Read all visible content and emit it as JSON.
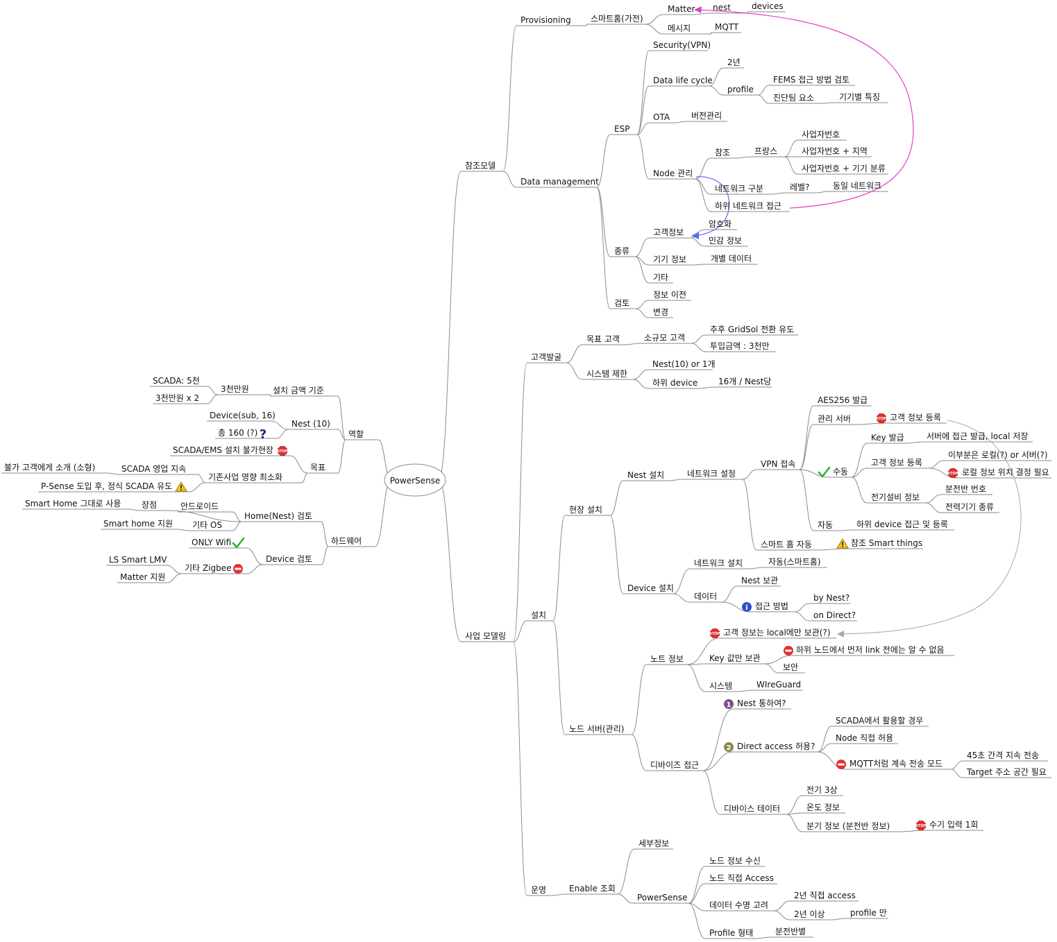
{
  "root": "PowerSense",
  "colors": {
    "line": "#8a8a8a",
    "text": "#111111",
    "magenta_link": "#e040c8",
    "blue_link": "#5a6ee8",
    "gray_link": "#a8a8a8"
  },
  "nodes": {
    "n_ref": "참조모델",
    "n_prov": "Provisioning",
    "n_sh": "스마트홈(가전)",
    "n_matter": "Matter",
    "n_nest": "nest",
    "n_devices": "devices",
    "n_msg": "메시지",
    "n_mqtt": "MQTT",
    "n_dm": "Data management",
    "n_esp": "ESP",
    "n_vpn": "Security(VPN)",
    "n_dlc": "Data life cycle",
    "n_2y": "2년",
    "n_profile": "profile",
    "n_fems": "FEMS 접근 방법 검토",
    "n_diag": "진단팀 요소",
    "n_devfeat": "기기별 특징",
    "n_ota": "OTA",
    "n_ver": "버전관리",
    "n_node": "Node 관리",
    "n_ref2": "참조",
    "n_france": "프랑스",
    "n_biz1": "사업자번호",
    "n_biz2": "사업자번호 + 지역",
    "n_biz3": "사업자번호 + 기기 분류",
    "n_netdiv": "네트워크 구분",
    "n_level": "레벨?",
    "n_samenet": "동일 네트워크",
    "n_subnet": "하위 네트워크 접근",
    "n_kind": "종류",
    "n_cust": "고객정보",
    "n_enc": "암호화",
    "n_sens": "민감 정보",
    "n_devinfo": "기기 정보",
    "n_indiv": "개별 데이터",
    "n_etc": "기타",
    "n_review": "검토",
    "n_migr": "정보 이전",
    "n_change": "변경",
    "n_bizmodel": "사업 모델링",
    "n_discover": "고객발굴",
    "n_target": "목표 고객",
    "n_small": "소규모 고객",
    "n_gridsol": "추후 GridSol 전환 유도",
    "n_invest": "투입금액 : 3천만",
    "n_syslimit": "시스템 제한",
    "n_nest10": "Nest(10) or 1개",
    "n_subdev": "하위 device",
    "n_16": "16개 / Nest당",
    "n_install": "설치",
    "n_site": "현장 설치",
    "n_nestinst": "Nest 설치",
    "n_netset": "네트워크 설정",
    "n_vpnconn": "VPN 접속",
    "n_aes": "AES256 발급",
    "n_mgmtsrv": "관리 서버",
    "n_custreg1": "고객 정보 등록",
    "n_manual": "수동",
    "n_keyiss": "Key 발급",
    "n_srvaccess": "서버에 접근 발급, local 저장",
    "n_custreg2": "고객 정보 등록",
    "n_localsrv": "이부분은 로컬(?) or 서버(?)",
    "n_localpos": "로컬 정보 위치 결정 필요",
    "n_elec": "전기설비 정보",
    "n_panelno": "분전반 번호",
    "n_powtype": "전력기기 종류",
    "n_auto": "자동",
    "n_subreg": "하위 device 접근 및 등록",
    "n_shauto": "스마트 홈 자동",
    "n_st": "참조 Smart things",
    "n_devinst": "Device 설치",
    "n_netset2": "네트워크 설치",
    "n_autosh": "자동(스마트홈)",
    "n_data": "데이터",
    "n_nestkeep": "Nest 보관",
    "n_access": "접근 방법",
    "n_bynest": "by Nest?",
    "n_ondirect": "on Direct?",
    "n_nodesrv": "노드 서버(관리)",
    "n_nodeinfo": "노트 정보",
    "n_custlocal": "고객 정보는 local에만 보관(?)",
    "n_keyonly": "Key 값만 보관",
    "n_sublink": "하위 노드에서 먼저 link 전에는 알 수 없음",
    "n_sec": "보안",
    "n_system": "시스템",
    "n_wg": "WIreGuard",
    "n_devaccess": "디바이즈 접근",
    "n_vianest": "Nest 통하여?",
    "n_directq": "Direct access 허용?",
    "n_scadause": "SCADA에서 활용할 경우",
    "n_nodedirect": "Node 직접 허용",
    "n_mqttlike": "MQTT처럼 계속 전송 모드",
    "n_45s": "45초 간격 지속 전송",
    "n_addr": "Target 주소 공간 필요",
    "n_devdata": "디바이스 테이터",
    "n_3ph": "전기 3상",
    "n_temp": "온도 정보",
    "n_branch": "분기 정보 (분전반 정보)",
    "n_manual1": "수기 입력 1회",
    "n_ops": "운영",
    "n_enable": "Enable 조회",
    "n_detail": "세부정보",
    "n_ps": "PowerSense",
    "n_recv": "노드 정보 수신",
    "n_nodeacc": "노드 직접 Access",
    "n_life": "데이터 수명 고려",
    "n_2ydirect": "2년 직접 access",
    "n_2yplus": "2년 이상",
    "n_profonly": "profile 만",
    "n_proftype": "Profile 형태",
    "n_panel": "분전반별",
    "n_role": "역할",
    "n_budget": "설치 금액 기준",
    "n_30m": "3천만원",
    "n_scada5": "SCADA: 5천",
    "n_30m2": "3천만원 x 2",
    "n_nest10b": "Nest (10)",
    "n_devsub": "Device(sub, 16)",
    "n_total": "총 160 (?)",
    "n_goal": "목표",
    "n_nosite": "SCADA/EMS 설치 불가현장",
    "n_minimize": "기존사업 영향 최소화",
    "n_scadasales": "SCADA 영업 지속",
    "n_intro": "불가 고객에게 소개 (소형)",
    "n_psense": "P-Sense 도입 후, 정식 SCADA 유도",
    "n_hw": "하드웨어",
    "n_home": "Home(Nest) 검토",
    "n_pros": "장점",
    "n_android": "안드로이드",
    "n_smarthome": "Smart Home 그대로 사용",
    "n_otheros": "기타 OS",
    "n_shsupport": "Smart home 지원",
    "n_devrev": "Device 검토",
    "n_wifi": "ONLY Wifi",
    "n_zigbee": "기타 Zigbee",
    "n_lsmlv": "LS Smart LMV",
    "n_matterok": "Matter 지원"
  }
}
